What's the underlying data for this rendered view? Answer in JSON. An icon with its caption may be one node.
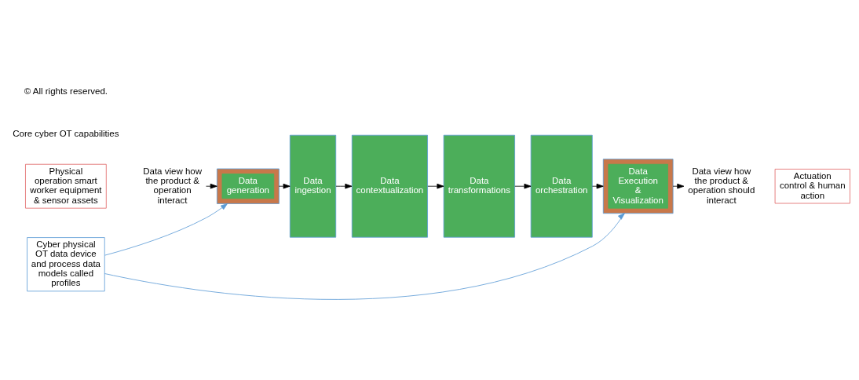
{
  "diagram": {
    "nodes": [
      {
        "text": [
          "Physical operation smart worker equipment & sensor assets"
        ]
      },
      {
        "text": [
          "Data view how the product & operation interact"
        ]
      },
      {
        "text": [],
        "shape": "box"
      },
      {
        "text": [
          "Data generation"
        ],
        "in": 2
      },
      {
        "text": [
          "Data ingestion"
        ]
      },
      {
        "text": [
          "Data contextualization"
        ]
      },
      {
        "text": [
          "Data transformations"
        ]
      },
      {
        "text": [
          "Data orchestration"
        ]
      },
      {
        "text": [],
        "shape": "box"
      },
      {
        "text": [
          "Data Execution & Visualization"
        ],
        "in": 8
      },
      {
        "text": [
          "Data view how the product & operation should interact"
        ]
      },
      {
        "text": [
          "Actuation control & human action"
        ]
      },
      {
        "text": [
          "Cyber physical OT data device and process data models called profiles"
        ]
      }
    ],
    "edges": [
      {
        "from": 1,
        "to": 2,
        "arrow": "to"
      },
      {
        "from": 2,
        "to": 4,
        "arrow": "to"
      },
      {
        "from": 4,
        "to": 5,
        "arrow": "to"
      },
      {
        "from": 5,
        "to": 6,
        "arrow": "to"
      },
      {
        "from": 6,
        "to": 7,
        "arrow": "to"
      },
      {
        "from": 7,
        "to": 8,
        "arrow": "to"
      },
      {
        "from": 8,
        "to": 10,
        "arrow": "to"
      },
      {
        "from": 12,
        "to": 2,
        "arrow": "to",
        "color": "#5b9bd5"
      },
      {
        "from": 12,
        "to": 8,
        "arrow": "to",
        "color": "#5b9bd5"
      }
    ],
    "labels": [
      "Core cyber OT capabilities",
      "© All rights reserved."
    ]
  }
}
